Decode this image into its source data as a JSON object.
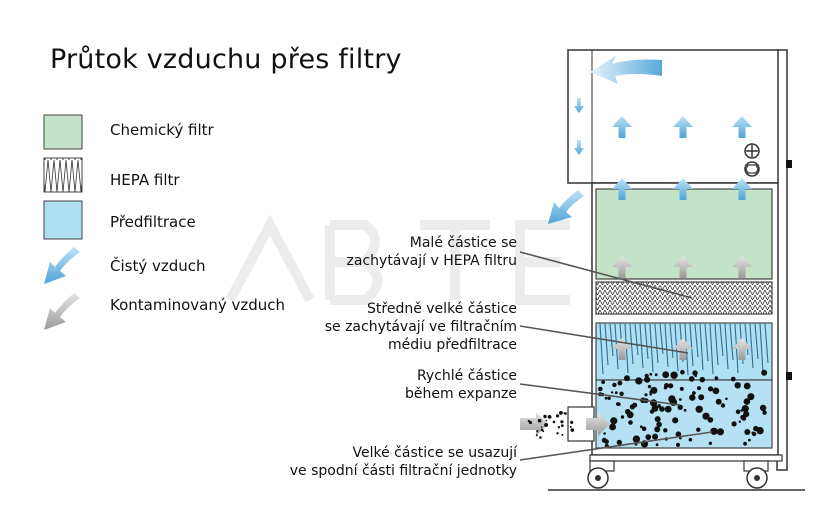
{
  "title": "Průtok vzduchu přes filtry",
  "legend": {
    "chemical": "Chemický filtr",
    "hepa": "HEPA filtr",
    "prefilter": "Předfiltrace",
    "clean_air": "Čistý vzduch",
    "contaminated_air": "Kontaminovaný vzduch"
  },
  "annotations": {
    "small_1": "Malé částice se",
    "small_2": "zachytávají v HEPA filtru",
    "medium_1": "Středně velké částice",
    "medium_2": "se zachytávají ve filtračním",
    "medium_3": "médiu předfiltrace",
    "fast_1": "Rychlé částice",
    "fast_2": "během expanze",
    "large_1": "Velké částice se usazují",
    "large_2": "ve spodní části filtrační jednotky"
  },
  "colors": {
    "chemical": "#c4e2c8",
    "prefilter": "#aee0f2",
    "clean_arrow": "#6ab4e0",
    "contaminated_arrow": "#a8a8a8",
    "outline": "#333333"
  }
}
